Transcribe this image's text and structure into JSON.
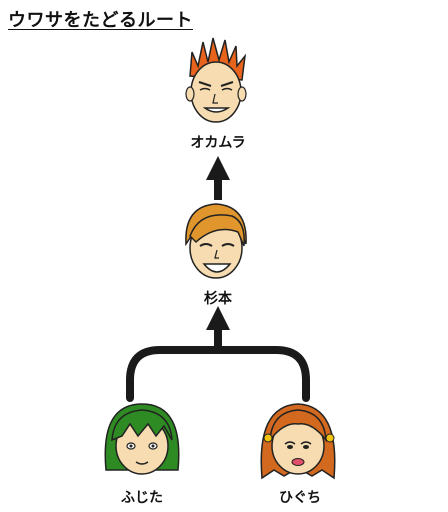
{
  "title": "ウワサをたどるルート",
  "people": {
    "top": {
      "name": "オカムラ"
    },
    "middle": {
      "name": "杉本"
    },
    "bottom_left": {
      "name": "ふじた"
    },
    "bottom_right": {
      "name": "ひぐち"
    }
  },
  "colors": {
    "arrow": "#1a1a1a",
    "skin": "#f6dcb0",
    "okamura_hair": "#e8641c",
    "sugimoto_hair": "#e0962c",
    "fujita_hair": "#2e8a22",
    "higuchi_hair": "#d2691e",
    "higuchi_clip": "#f1c40f"
  }
}
